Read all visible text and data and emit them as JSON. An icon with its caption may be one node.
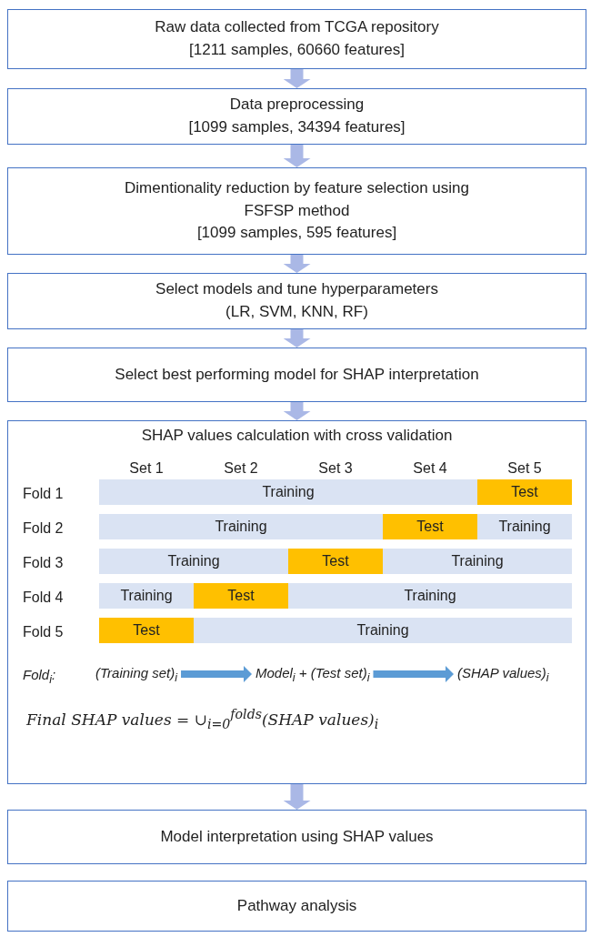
{
  "diagram": {
    "nodes": [
      {
        "text": [
          "Raw data collected from TCGA repository",
          "[1211 samples, 60660 features]"
        ]
      },
      {
        "text": [
          "Data preprocessing",
          "[1099 samples, 34394 features]"
        ]
      },
      {
        "text": [
          "Dimentionality reduction by feature selection using FSFSP method",
          "[1099 samples, 595 features]"
        ]
      },
      {
        "text": [
          "Select models and tune hyperparameters",
          "(LR, SVM, KNN, RF)"
        ]
      },
      {
        "text": [
          "Select best performing model for SHAP interpretation"
        ]
      },
      {
        "text": [
          "SHAP values calculation with cross validation"
        ]
      },
      {
        "text": [
          "Training"
        ],
        "in": 5
      },
      {
        "text": [
          "Test"
        ],
        "in": 5
      },
      {
        "text": [
          "Training"
        ],
        "in": 5
      },
      {
        "text": [
          "Test"
        ],
        "in": 5
      },
      {
        "text": [
          "Training"
        ],
        "in": 5
      },
      {
        "text": [
          "Training"
        ],
        "in": 5
      },
      {
        "text": [
          "Test"
        ],
        "in": 5
      },
      {
        "text": [
          "Training"
        ],
        "in": 5
      },
      {
        "text": [
          "Training"
        ],
        "in": 5
      },
      {
        "text": [
          "Test"
        ],
        "in": 5
      },
      {
        "text": [
          "Training"
        ],
        "in": 5
      },
      {
        "text": [
          "Test"
        ],
        "in": 5
      },
      {
        "text": [
          "Training"
        ],
        "in": 5
      },
      {
        "text": [
          "(Training set)$_{i}$"
        ],
        "in": 5
      },
      {
        "text": [
          "Model$_{i}$ + (Test set)$_{i}$"
        ],
        "in": 5
      },
      {
        "text": [
          "(SHAP values)$_{i}$"
        ],
        "in": 5
      },
      {
        "text": [
          "Model interpretation using SHAP values"
        ]
      },
      {
        "text": [
          "Pathway analysis"
        ]
      }
    ],
    "edges": [
      {
        "from": 0,
        "to": 1,
        "arrow": "to"
      },
      {
        "from": 1,
        "to": 2,
        "arrow": "to"
      },
      {
        "from": 2,
        "to": 3,
        "arrow": "to"
      },
      {
        "from": 3,
        "to": 4,
        "arrow": "to"
      },
      {
        "from": 4,
        "to": 5,
        "arrow": "to"
      },
      {
        "from": 5,
        "to": 22,
        "arrow": "to"
      },
      {
        "from": 19,
        "to": 20,
        "arrow": "to"
      },
      {
        "from": 20,
        "to": 21,
        "arrow": "to"
      }
    ],
    "labels": [
      "Set 1",
      "Set 2",
      "Set 3",
      "Set 4",
      "Set 5",
      "Fold 1",
      "Fold 2",
      "Fold 3",
      "Fold 4",
      "Fold 5",
      "Fold$_{i}$:",
      "Final SHAP values = ∪$_{i=0}$$^{folds}$(SHAP values)$_{i}$"
    ]
  }
}
